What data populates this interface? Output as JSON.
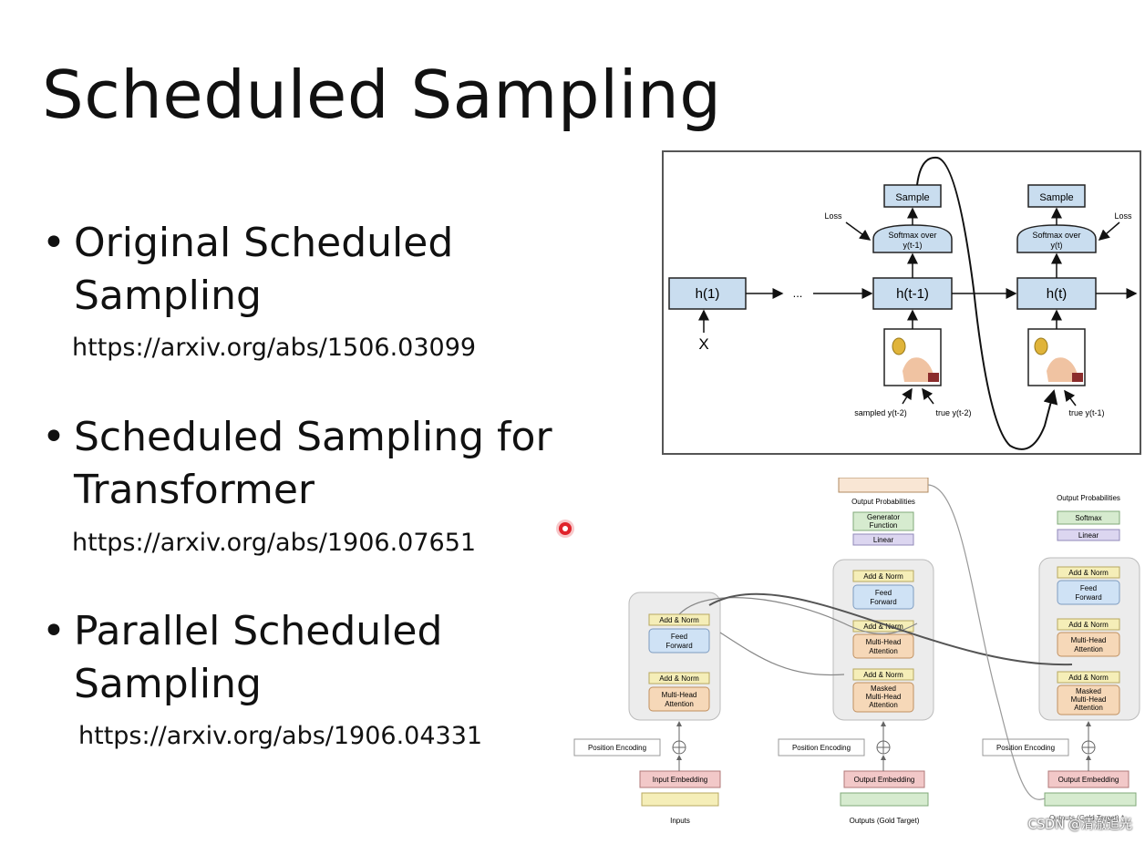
{
  "slide": {
    "title": "Scheduled Sampling",
    "bullets": [
      {
        "line1": "Original Scheduled",
        "line2": "Sampling",
        "link": "https://arxiv.org/abs/1506.03099"
      },
      {
        "line1": "Scheduled Sampling for",
        "line2": "Transformer",
        "link": "https://arxiv.org/abs/1906.07651"
      },
      {
        "line1": "Parallel Scheduled",
        "line2": "Sampling",
        "link": "https://arxiv.org/abs/1906.04331"
      }
    ],
    "bullet_glyph": "•"
  },
  "rnn_figure": {
    "sample_left": "Sample",
    "sample_right": "Sample",
    "softmax_left_1": "Softmax over",
    "softmax_left_2": "y(t-1)",
    "softmax_right_1": "Softmax over",
    "softmax_right_2": "y(t)",
    "loss_left": "Loss",
    "loss_right": "Loss",
    "h1": "h(1)",
    "ht1": "h(t-1)",
    "ht": "h(t)",
    "ellipsis": "...",
    "x": "X",
    "sampled": "sampled y(t-2)",
    "true_t2": "true y(t-2)",
    "true_t1": "true y(t-1)"
  },
  "transformer_figure": {
    "output_probabilities_mid": "Output Probabilities",
    "output_probabilities_right": "Output Probabilities",
    "generator_1": "Generator",
    "generator_2": "Function",
    "softmax": "Softmax",
    "linear_mid": "Linear",
    "linear_right": "Linear",
    "add_norm": "Add & Norm",
    "feed_1": "Feed",
    "feed_2": "Forward",
    "mha_1": "Multi-Head",
    "mha_2": "Attention",
    "masked": "Masked",
    "position_encoding": "Position Encoding",
    "input_embedding": "Input Embedding",
    "output_embedding": "Output Embedding",
    "inputs": "Inputs",
    "outputs_gold": "Outputs (Gold Target)",
    "outputs_gold_cut": "Outputs (Gold Target) *"
  },
  "watermark": "CSDN @清澈追光",
  "colors": {
    "embed_red": "#f2c8c8",
    "add_norm_yellow": "#f5eeb8",
    "feed_blue": "#cfe2f5",
    "attention_orange": "#f6d8b8",
    "linear_purple": "#dcd6f0",
    "softmax_green": "#d6ebcf",
    "rnn_box_blue": "#c9ddef",
    "record_red": "#e0232b"
  }
}
